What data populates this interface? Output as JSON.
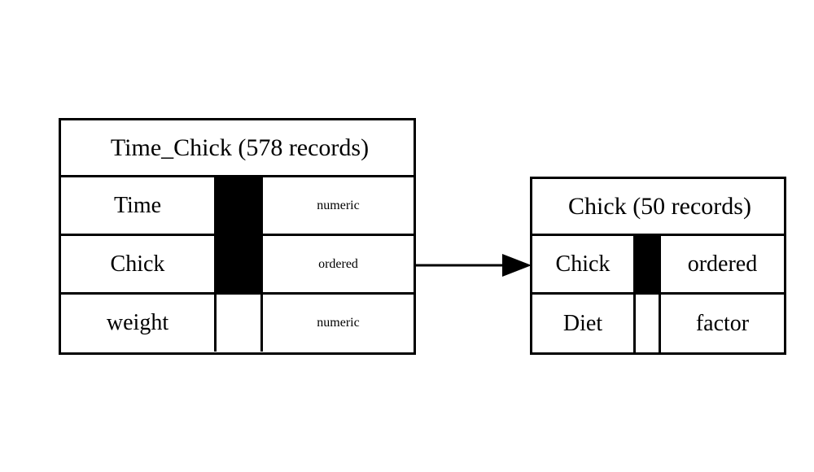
{
  "diagram": {
    "type": "entity-relationship-diagram",
    "background_color": "#ffffff",
    "line_color": "#000000",
    "key_marker_color": "#000000",
    "tables": [
      {
        "id": "time-chick",
        "title": "Time_Chick (578 records)",
        "name": "Time_Chick",
        "record_count": "578 records",
        "fields": [
          {
            "name": "Time",
            "type": "numeric",
            "is_key": true
          },
          {
            "name": "Chick",
            "type": "ordered",
            "is_key": true
          },
          {
            "name": "weight",
            "type": "numeric",
            "is_key": false
          }
        ]
      },
      {
        "id": "chick",
        "title": "Chick (50 records)",
        "name": "Chick",
        "record_count": "50 records",
        "fields": [
          {
            "name": "Chick",
            "type": "ordered",
            "is_key": true
          },
          {
            "name": "Diet",
            "type": "factor",
            "is_key": false
          }
        ]
      }
    ],
    "relationship": {
      "icon": "arrow-right-icon",
      "from_table": "Time_Chick",
      "from_field": "Chick",
      "to_table": "Chick",
      "to_field": "Chick"
    }
  }
}
